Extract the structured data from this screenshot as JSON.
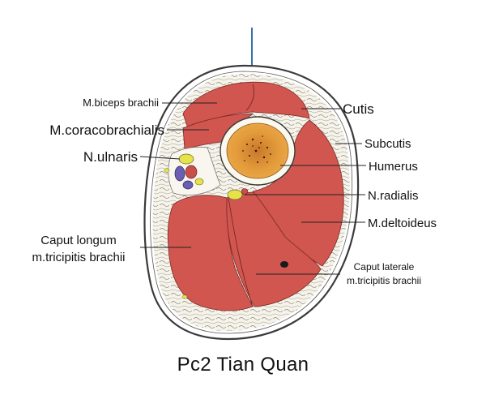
{
  "caption": "Pc2 Tian Quan",
  "labels": {
    "biceps": "M.biceps brachii",
    "coracobrachialis": "M.coracobrachialis",
    "ulnaris": "N.ulnaris",
    "caput_longum_1": "Caput longum",
    "caput_longum_2": "m.tricipitis brachii",
    "cutis": "Cutis",
    "subcutis": "Subcutis",
    "humerus": "Humerus",
    "radialis": "N.radialis",
    "deltoideus": "M.deltoideus",
    "caput_laterale_1": "Caput laterale",
    "caput_laterale_2": "m.tricipitis brachii"
  },
  "colors": {
    "muscle": "#d0564f",
    "bone_marrow": "#e8a03c",
    "fat": "#f4f1e8",
    "nerve": "#e6e24a",
    "vessel": "#6a5fb0",
    "needle": "#3a6fb0"
  }
}
